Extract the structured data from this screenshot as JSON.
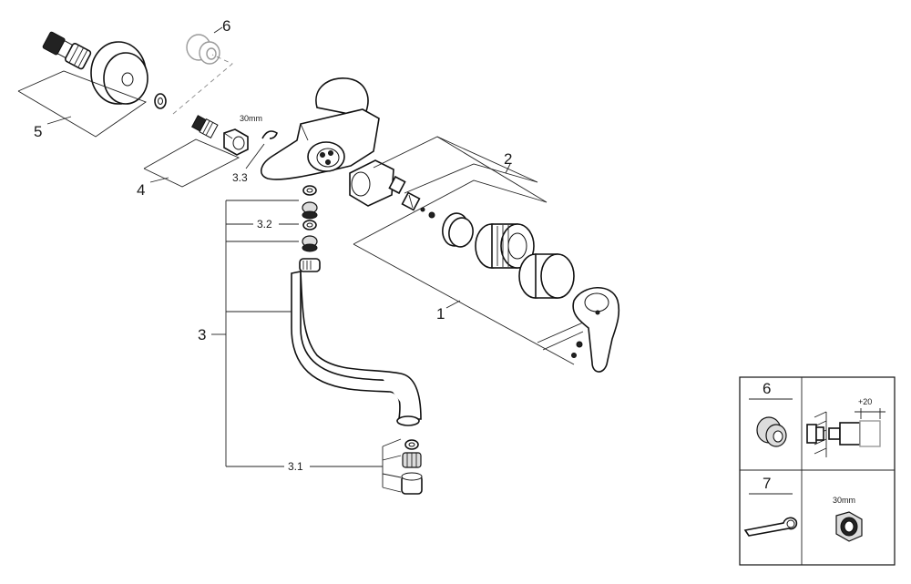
{
  "callouts": {
    "c1": "1",
    "c2": "2",
    "c3": "3",
    "c3_1": "3.1",
    "c3_2": "3.2",
    "c3_3": "3.3",
    "c4": "4",
    "c5": "5",
    "c6": "6"
  },
  "dimensions": {
    "wrench_top": "30mm",
    "wrench_inset": "30mm",
    "extension": "+20"
  },
  "inset": {
    "cell_6_label": "6",
    "cell_7_label": "7"
  }
}
